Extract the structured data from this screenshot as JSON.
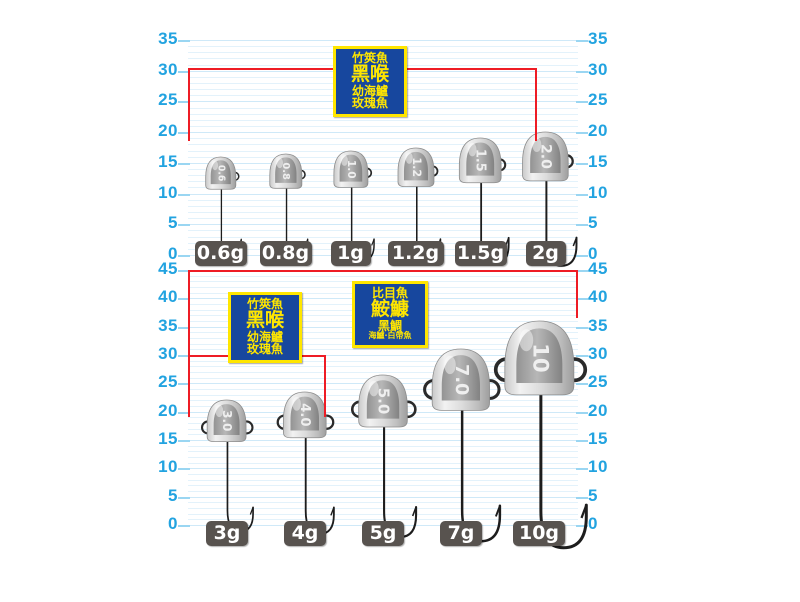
{
  "chart_data": [
    {
      "type": "bar",
      "id": "light-jig-head-chart",
      "title": "",
      "categories": [
        "0.6g",
        "0.8g",
        "1g",
        "1.2g",
        "1.5g",
        "2g"
      ],
      "values": [
        16,
        16.5,
        17,
        17.5,
        19,
        20
      ],
      "head_marks": [
        "0.6",
        "0.8",
        "1.0",
        "1.2",
        "1.5",
        "2.0"
      ],
      "ylim": [
        0,
        35
      ],
      "yticks": [
        0,
        5,
        10,
        15,
        20,
        25,
        30,
        35
      ],
      "ytick_labels": [
        "0",
        "5",
        "10",
        "15",
        "20",
        "25",
        "30",
        "35"
      ],
      "grid": true,
      "grid_step": 1,
      "xlabel": "",
      "ylabel": "",
      "legend_position": "top-center",
      "brackets": [
        {
          "label_ref": "callout_top",
          "from": "0.6g",
          "to": "2g",
          "top_value": 30.5,
          "left_drop_value": 18.5,
          "right_drop_value": 18.5
        }
      ]
    },
    {
      "type": "bar",
      "id": "heavy-jig-head-chart",
      "title": "",
      "categories": [
        "3g",
        "4g",
        "5g",
        "7g",
        "10g"
      ],
      "values": [
        22,
        23.5,
        26.5,
        31,
        36
      ],
      "head_marks": [
        "3.0",
        "4.0",
        "5.0",
        "7.0",
        "10"
      ],
      "ylim": [
        0,
        45
      ],
      "yticks": [
        0,
        5,
        10,
        15,
        20,
        25,
        30,
        35,
        40,
        45
      ],
      "ytick_labels": [
        "0",
        "5",
        "10",
        "15",
        "20",
        "25",
        "30",
        "35",
        "40",
        "45"
      ],
      "grid": true,
      "grid_step": 1,
      "xlabel": "",
      "ylabel": "",
      "legend_position": "top-center",
      "brackets": [
        {
          "label_ref": "callout_bottom_left",
          "from": "3g",
          "to": "4g",
          "top_value": 30,
          "left_drop_value": 19,
          "right_drop_value": 19
        },
        {
          "label_ref": "callout_bottom_right",
          "from": "3g",
          "to": "10g",
          "top_value": 45,
          "left_drop_value": 27.5,
          "right_drop_value": 36.5
        }
      ]
    }
  ],
  "callouts": {
    "top": {
      "name": "species-callout-light",
      "lines": [
        "竹筴魚",
        "黑喉",
        "幼海鱸",
        "玫瑰魚"
      ],
      "emphasis_line_index": 1,
      "text_color": "#ffe600",
      "bg_color": "#17479e",
      "border_color": "#ffe600"
    },
    "bottom_left": {
      "name": "species-callout-mid",
      "lines": [
        "竹筴魚",
        "黑喉",
        "幼海鱸",
        "玫瑰魚"
      ],
      "emphasis_line_index": 1,
      "text_color": "#ffe600",
      "bg_color": "#17479e",
      "border_color": "#ffe600"
    },
    "bottom_right": {
      "name": "species-callout-heavy",
      "lines": [
        "比目魚",
        "鮟鱇",
        "黑鯛",
        "海鱸·白帶魚"
      ],
      "emphasis_line_index": 1,
      "text_color": "#ffe600",
      "bg_color": "#17479e",
      "border_color": "#ffe600"
    }
  },
  "top_chart": {
    "axis_left": [
      "35",
      "30",
      "25",
      "20",
      "15",
      "10",
      "5",
      "0"
    ],
    "axis_right": [
      "35",
      "30",
      "25",
      "20",
      "15",
      "10",
      "5",
      "0"
    ],
    "tags": [
      "0.6g",
      "0.8g",
      "1g",
      "1.2g",
      "1.5g",
      "2g"
    ],
    "head_marks": [
      "0.6",
      "0.8",
      "1.0",
      "1.2",
      "1.5",
      "2.0"
    ]
  },
  "bottom_chart": {
    "axis_left": [
      "45",
      "40",
      "35",
      "30",
      "25",
      "20",
      "15",
      "10",
      "5",
      "0"
    ],
    "axis_right": [
      "45",
      "40",
      "35",
      "30",
      "25",
      "20",
      "15",
      "10",
      "5",
      "0"
    ],
    "tags": [
      "3g",
      "4g",
      "5g",
      "7g",
      "10g"
    ],
    "head_marks": [
      "3.0",
      "4.0",
      "5.0",
      "7.0",
      "10"
    ]
  },
  "colors": {
    "axis_text": "#22a3e0",
    "grid_minor": "#e3f2fb",
    "grid_major": "#cfe9f8",
    "bracket": "#ee1c25",
    "tag_bg": "#58534f",
    "tag_text": "#ffffff",
    "callout_bg": "#17479e",
    "callout_border": "#ffe600",
    "callout_text": "#ffe600",
    "background": "#ffffff"
  }
}
